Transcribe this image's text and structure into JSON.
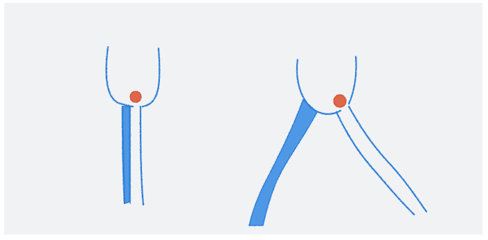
{
  "image": {
    "kind": "pencil-drawing",
    "panels": [
      {
        "id": "left",
        "state": "straight",
        "parts": [
          "rounded-tip-outline",
          "red-pivot-dot",
          "blue-shaded-strip",
          "white-strip"
        ]
      },
      {
        "id": "right",
        "state": "bent",
        "parts": [
          "rounded-tip-outline",
          "red-pivot-dot",
          "blue-shaded-strip",
          "white-strip"
        ]
      }
    ]
  },
  "colors": {
    "background": "#f1f2f4",
    "frame": "#ffffff",
    "pencil_blue": "#2f7fd6",
    "pencil_blue_light": "#4f98e6",
    "dot_red": "#e0664a",
    "dot_red_dark": "#c9503a"
  }
}
